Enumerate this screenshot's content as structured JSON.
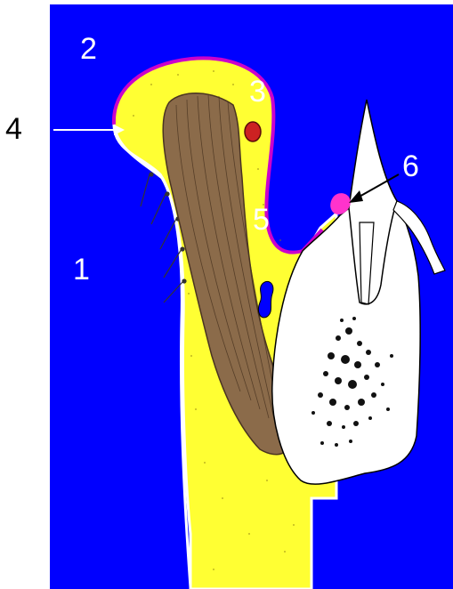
{
  "labels": {
    "n1": "1",
    "n2": "2",
    "n3": "3",
    "n4": "4",
    "n5": "5",
    "n6": "6"
  },
  "colors": {
    "background": "#0000ff",
    "fat": "#ffff33",
    "muscle": "#8b6b4a",
    "bone": "#ffffff",
    "membrane": "#cc00cc",
    "vessel": "#cc2222",
    "highlight": "#ff33cc"
  }
}
